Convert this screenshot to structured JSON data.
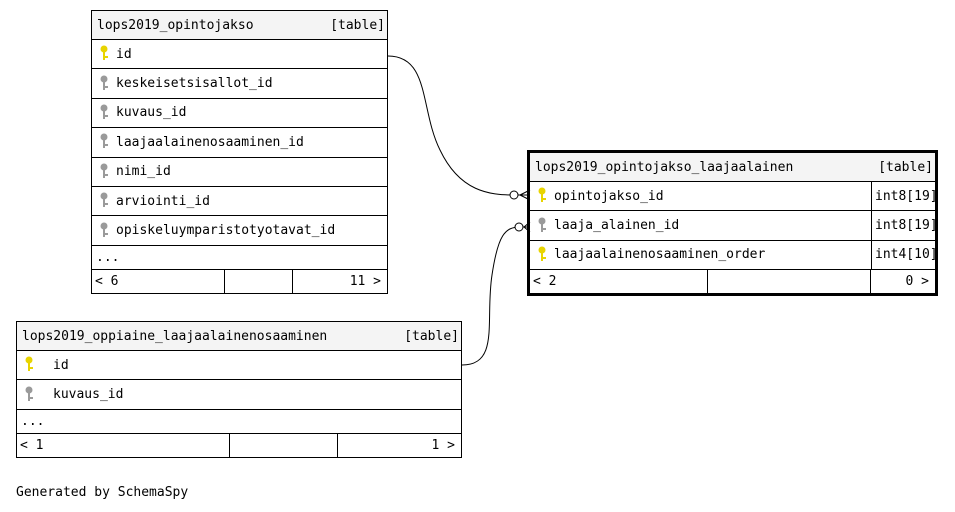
{
  "tables": [
    {
      "name": "lops2019_opintojakso",
      "kind": "[table]",
      "columns": [
        {
          "name": "id",
          "key": "primary"
        },
        {
          "name": "keskeisetsisallot_id",
          "key": "foreign"
        },
        {
          "name": "kuvaus_id",
          "key": "foreign"
        },
        {
          "name": "laajaalainenosaaminen_id",
          "key": "foreign"
        },
        {
          "name": "nimi_id",
          "key": "foreign"
        },
        {
          "name": "arviointi_id",
          "key": "foreign"
        },
        {
          "name": "opiskeluymparistotyotavat_id",
          "key": "foreign"
        }
      ],
      "more": "...",
      "parents": "< 6",
      "children": "11 >"
    },
    {
      "name": "lops2019_opintojakso_laajaalainen",
      "kind": "[table]",
      "columns": [
        {
          "name": "opintojakso_id",
          "key": "primary",
          "type": "int8[19]"
        },
        {
          "name": "laaja_alainen_id",
          "key": "foreign",
          "type": "int8[19]"
        },
        {
          "name": "laajaalainenosaaminen_order",
          "key": "primary",
          "type": "int4[10]"
        }
      ],
      "parents": "< 2",
      "children": "0 >"
    },
    {
      "name": "lops2019_oppiaine_laajaalainenosaaminen",
      "kind": "[table]",
      "columns": [
        {
          "name": "id",
          "key": "primary"
        },
        {
          "name": "kuvaus_id",
          "key": "foreign"
        }
      ],
      "more": "...",
      "parents": "< 1",
      "children": "1 >"
    }
  ],
  "footer": "Generated by SchemaSpy",
  "colors": {
    "primary_key": "#e8d400",
    "foreign_key": "#9a9a9a",
    "header_bg": "#f4f4f4"
  }
}
